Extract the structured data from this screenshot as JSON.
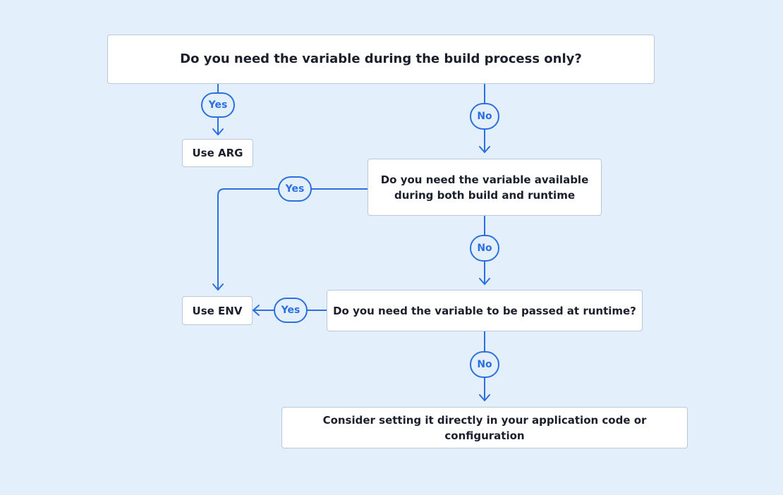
{
  "nodes": {
    "q1": "Do you need the variable during the build process only?",
    "q2_line1": "Do you need the variable available",
    "q2_line2": "during both build and runtime",
    "q3": "Do you need the variable to be passed at runtime?",
    "use_arg": "Use ARG",
    "use_env": "Use ENV",
    "consider": "Consider setting it directly in your application code or configuration"
  },
  "labels": {
    "yes": "Yes",
    "no": "No"
  },
  "colors": {
    "background": "#e3effa",
    "accent": "#2b6fe0",
    "text": "#1b1e2b"
  }
}
